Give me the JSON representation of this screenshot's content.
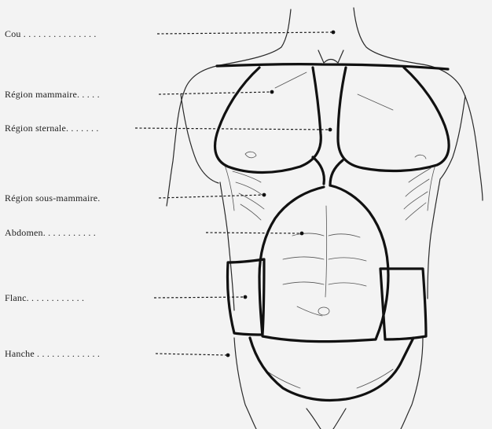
{
  "labels": {
    "cou": "Cou . . . . . . . . . . . . . . .",
    "mammaire": "Région mammaire. . . . .",
    "sternale": "Région sternale. . . . . . .",
    "sous_mammaire": "Région sous-mammaire.",
    "abdomen": "Abdomen. . . . . . . . . . .",
    "flanc": "Flanc. . . . . . . . . . . .",
    "hanche": "Hanche . . . . . . . . . . . . ."
  },
  "colors": {
    "background": "#f3f3f3",
    "ink": "#1a1a1a",
    "boundary": "#111111"
  }
}
